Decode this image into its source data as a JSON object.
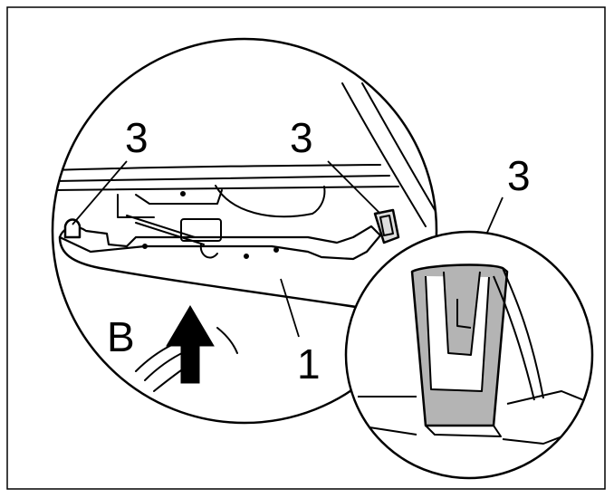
{
  "callouts": {
    "clip_left": "3",
    "clip_right": "3",
    "clip_detail": "3",
    "direction": "B",
    "panel": "1"
  },
  "colors": {
    "line": "#000000",
    "clip_fill": "#b4b4b4",
    "background": "#ffffff"
  },
  "icons": {
    "arrow": "up-arrow-icon"
  }
}
